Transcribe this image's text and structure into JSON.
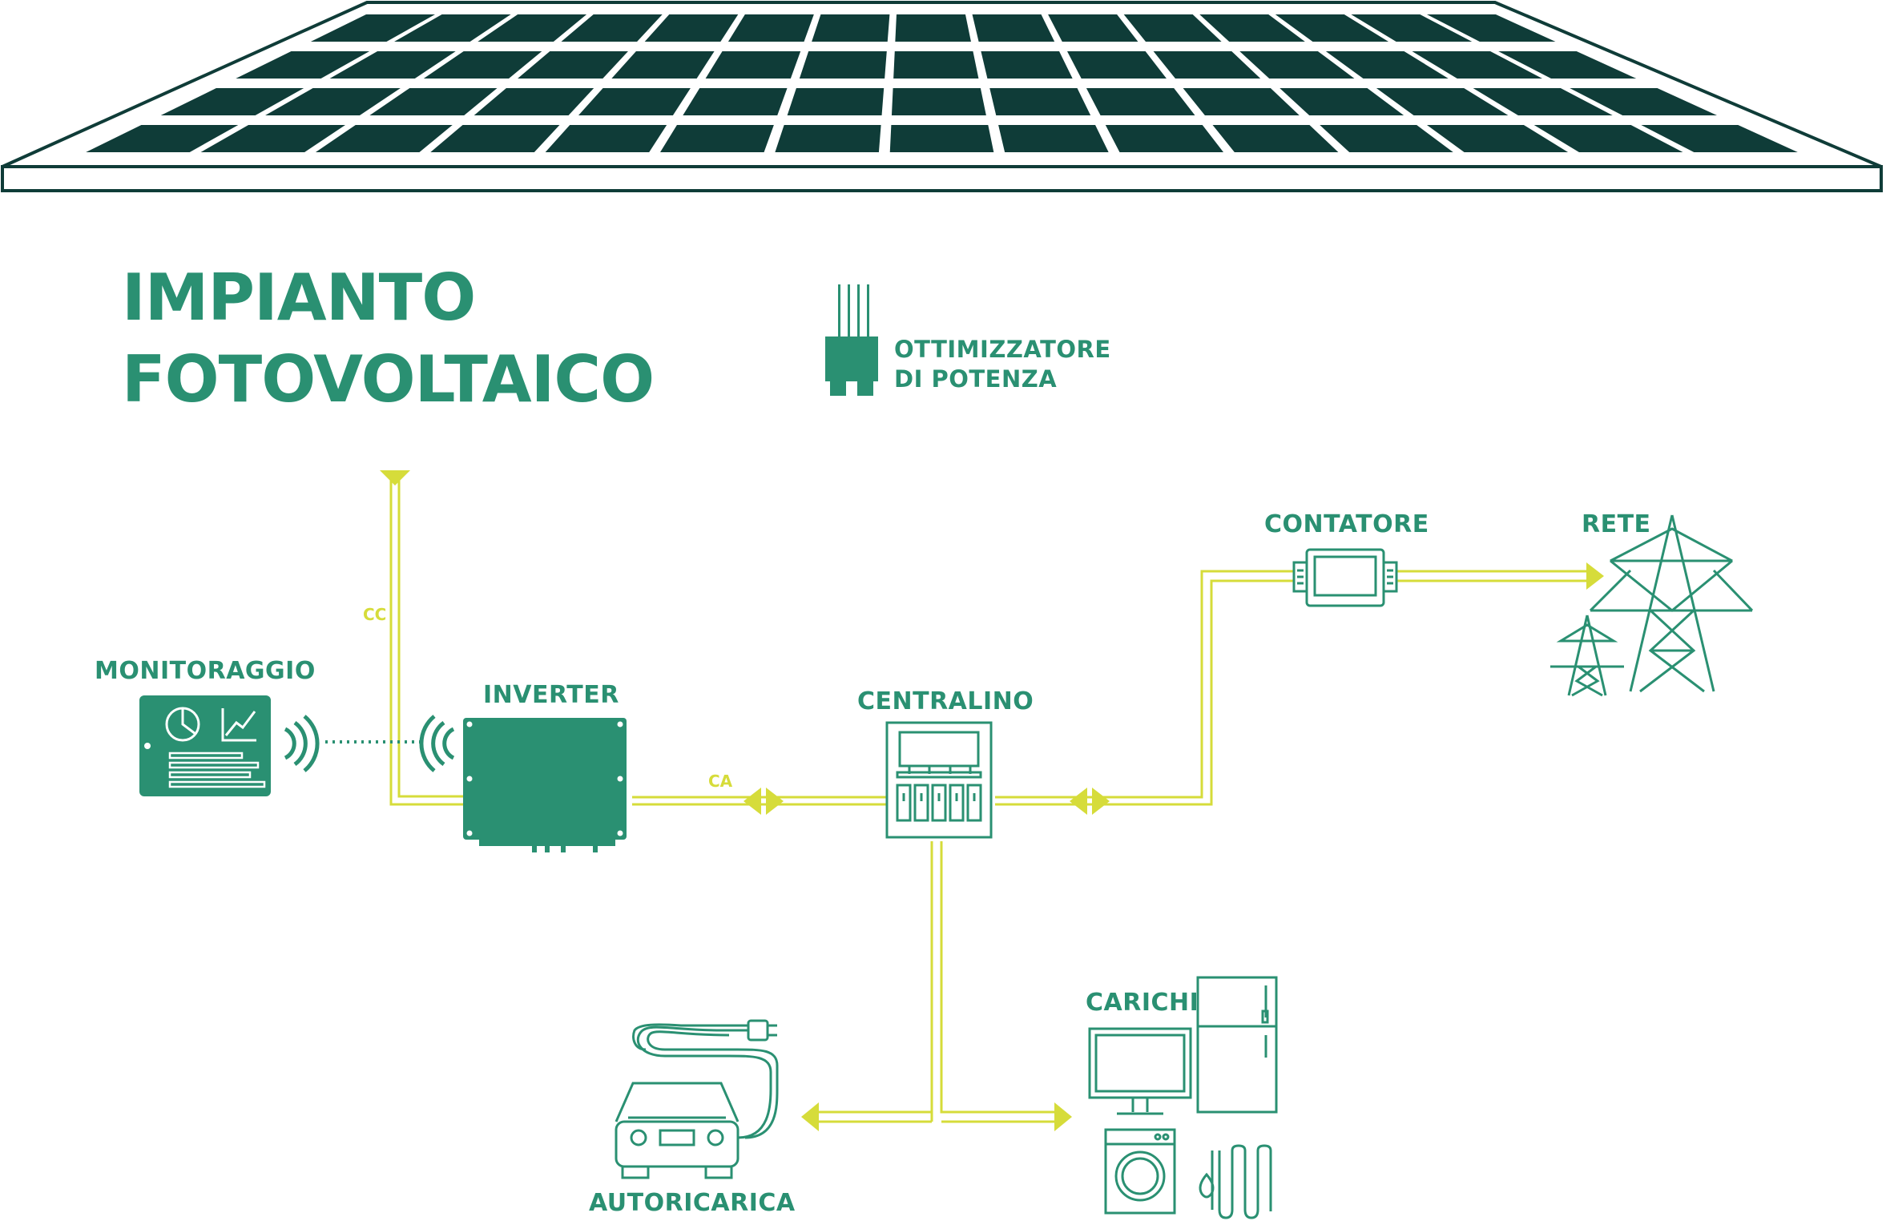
{
  "title": {
    "line1": "IMPIANTO",
    "line2": "FOTOVOLTAICO"
  },
  "optimizer": {
    "line1": "OTTIMIZZATORE",
    "line2": "DI POTENZA"
  },
  "components": {
    "monitoring": "MONITORAGGIO",
    "inverter": "INVERTER",
    "panel_board": "CENTRALINO",
    "meter": "CONTATORE",
    "grid": "RETE",
    "loads": "CARICHI",
    "ev_charging": "AUTORICARICA"
  },
  "wire_labels": {
    "dc": "CC",
    "ac": "CA"
  },
  "colors": {
    "brand_green": "#2a9072",
    "panel_dark": "#0f3c38",
    "wire_yellow": "#d6dc3a",
    "outline_green": "#2a9072"
  },
  "icons": [
    "solar-panel-icon",
    "power-optimizer-icon",
    "tablet-monitor-icon",
    "wifi-signal-icon",
    "inverter-icon",
    "breaker-panel-icon",
    "energy-meter-icon",
    "power-pylon-icon",
    "ev-car-icon",
    "plug-icon",
    "monitor-icon",
    "fridge-icon",
    "washing-machine-icon",
    "water-heater-icon"
  ]
}
